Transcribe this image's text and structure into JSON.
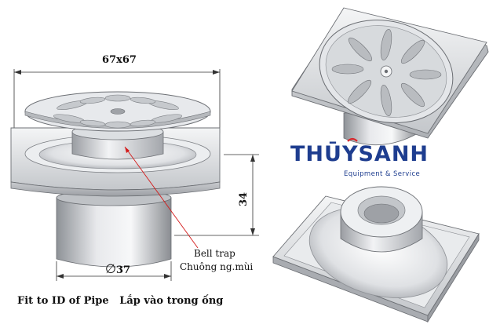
{
  "dimensions": {
    "width_label": "67x67",
    "height_label": "34",
    "diameter_symbol": "∅",
    "diameter_value": "37"
  },
  "callout": {
    "line1": "Bell trap",
    "line2": "Chuông ng.mùi"
  },
  "caption": "Fit to ID of Pipe   Lắp vào trong ống",
  "brand": {
    "name": "THŪYSANH",
    "tagline": "Equipment & Service",
    "primary_color": "#1e3d8f",
    "accent_color": "#d8262b"
  },
  "colors": {
    "dimension_line": "#333333",
    "callout_line": "#d41a1a",
    "metal_dark": "#8c8f94",
    "metal_light": "#f0f1f3"
  }
}
